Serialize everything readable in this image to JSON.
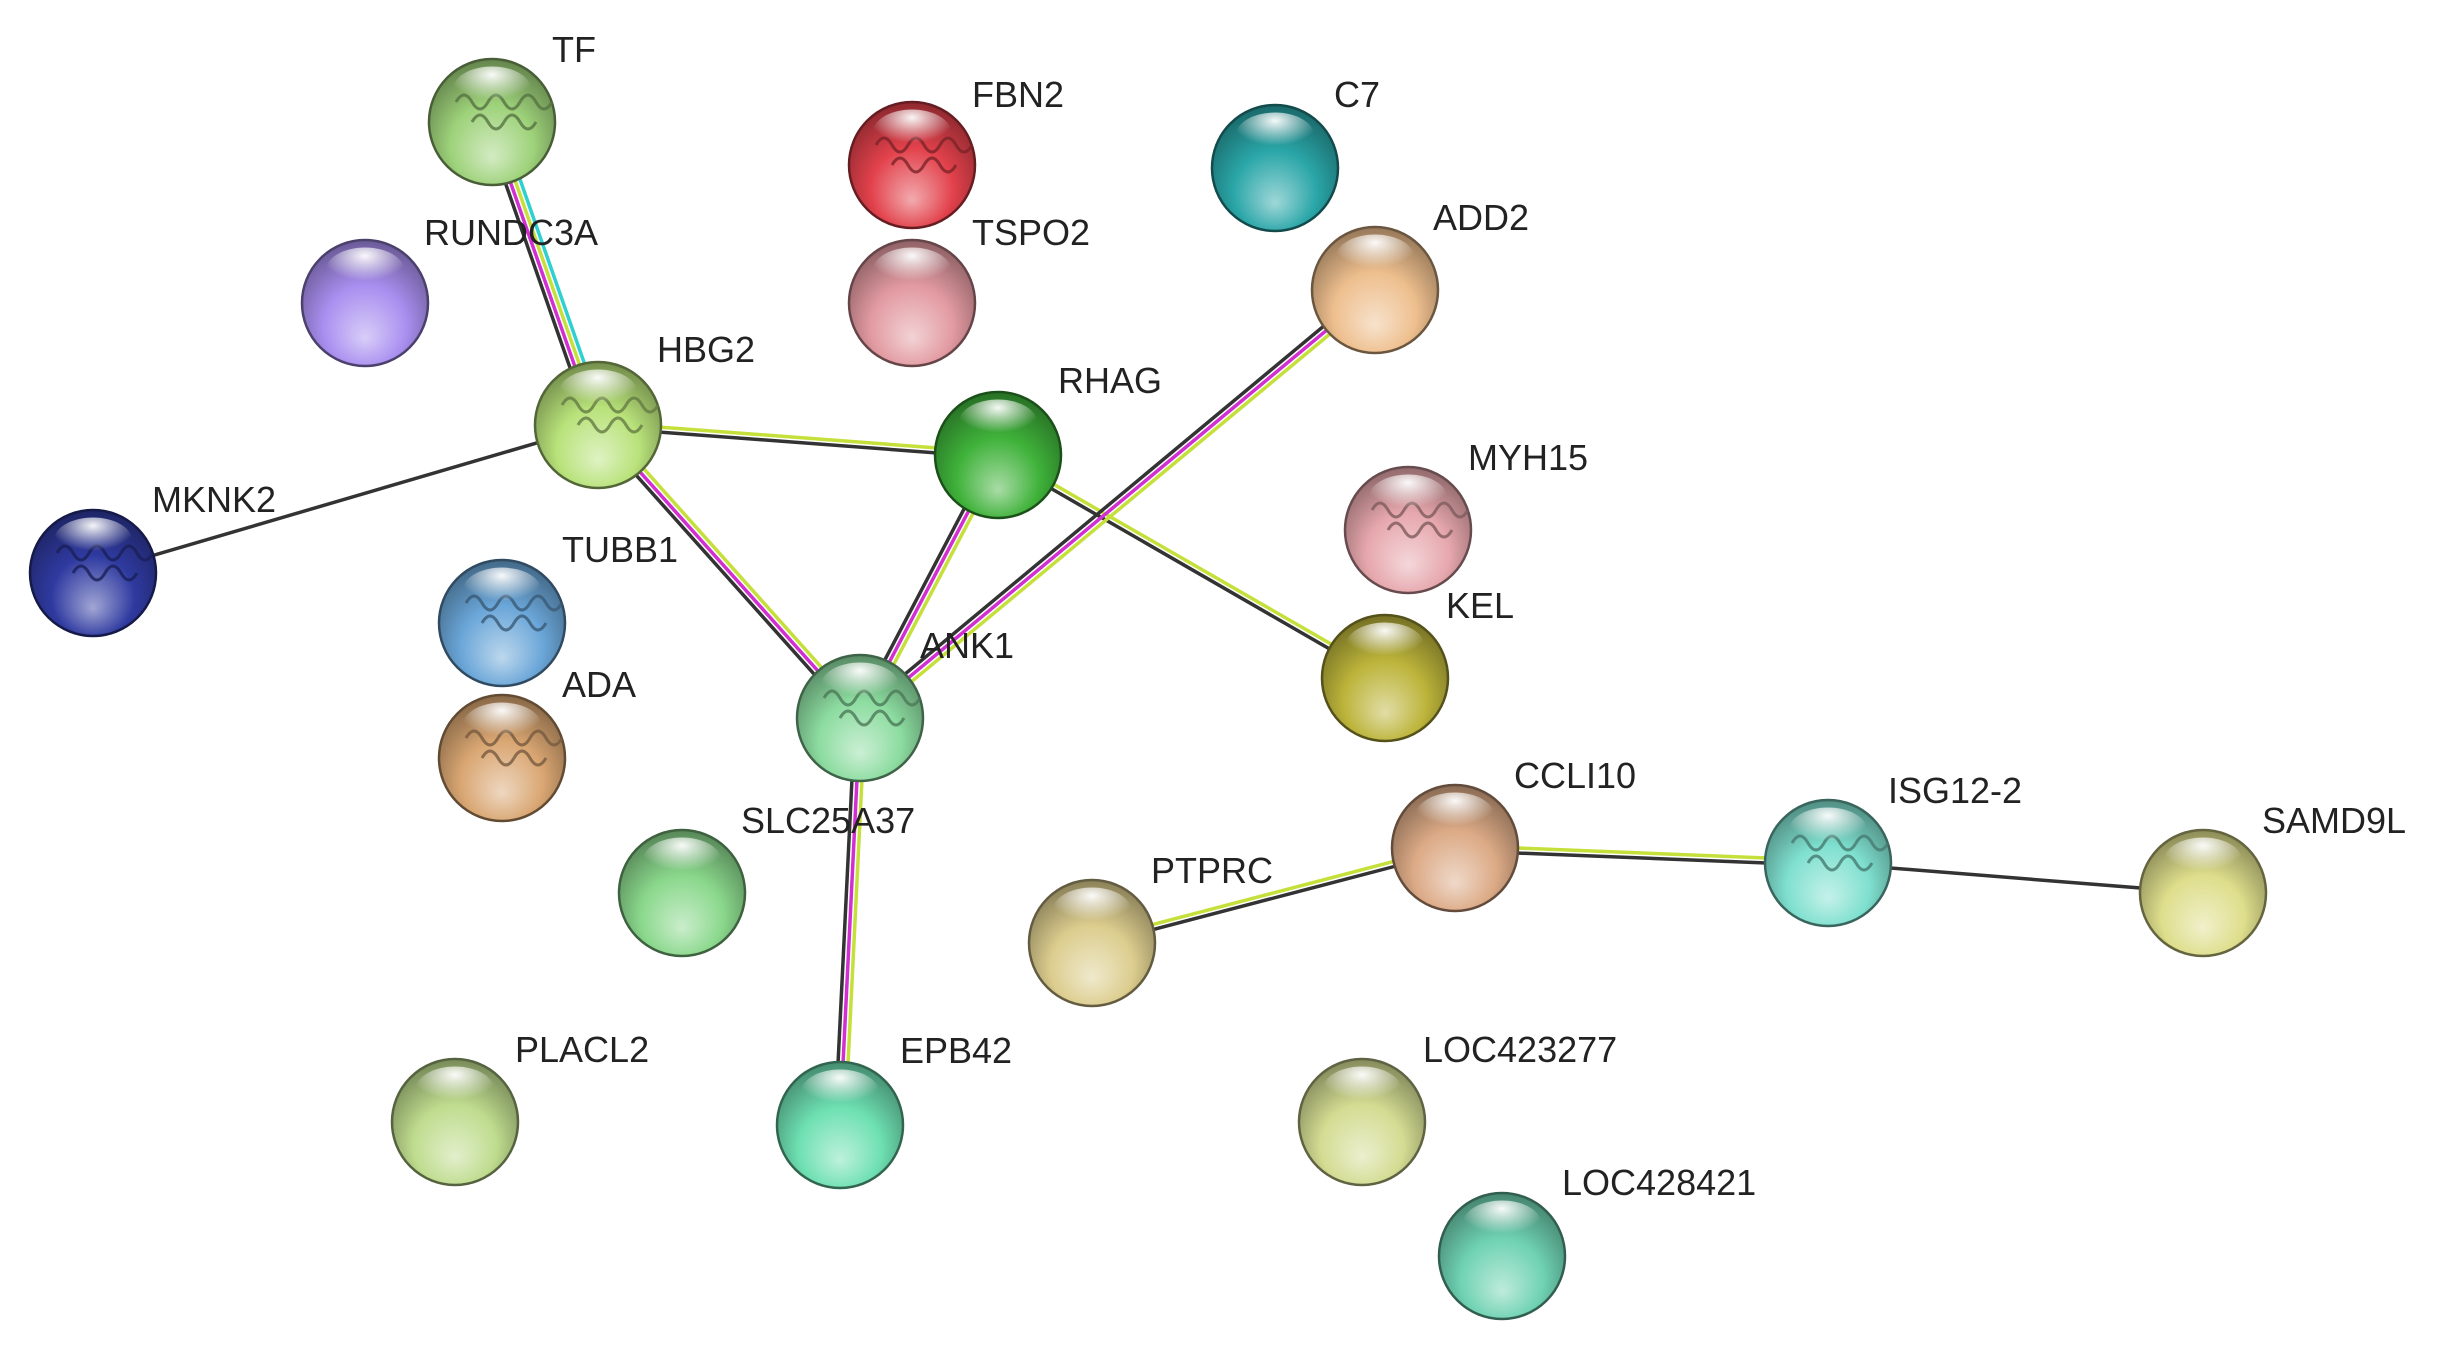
{
  "network": {
    "nodes": [
      {
        "id": "TF",
        "label": "TF",
        "color": "#9ed27a",
        "icon": "protein-structure-icon",
        "structure": true
      },
      {
        "id": "FBN2",
        "label": "FBN2",
        "color": "#e2414b",
        "icon": "protein-structure-icon",
        "structure": true
      },
      {
        "id": "C7",
        "label": "C7",
        "color": "#2aa6a8",
        "icon": "",
        "structure": false
      },
      {
        "id": "RUNDC3A",
        "label": "RUNDC3A",
        "color": "#a98ff0",
        "icon": "",
        "structure": false
      },
      {
        "id": "TSPO2",
        "label": "TSPO2",
        "color": "#e29aa1",
        "icon": "",
        "structure": false
      },
      {
        "id": "ADD2",
        "label": "ADD2",
        "color": "#eebf8e",
        "icon": "",
        "structure": false
      },
      {
        "id": "HBG2",
        "label": "HBG2",
        "color": "#b8e27a",
        "icon": "protein-structure-icon",
        "structure": true
      },
      {
        "id": "RHAG",
        "label": "RHAG",
        "color": "#3fb23a",
        "icon": "",
        "structure": false
      },
      {
        "id": "MKNK2",
        "label": "MKNK2",
        "color": "#2f3aa0",
        "icon": "protein-structure-icon",
        "structure": true
      },
      {
        "id": "MYH15",
        "label": "MYH15",
        "color": "#e6a7ad",
        "icon": "protein-structure-icon",
        "structure": true
      },
      {
        "id": "TUBB1",
        "label": "TUBB1",
        "color": "#6aa6d8",
        "icon": "protein-structure-icon",
        "structure": true
      },
      {
        "id": "KEL",
        "label": "KEL",
        "color": "#bcb43a",
        "icon": "",
        "structure": false
      },
      {
        "id": "ANK1",
        "label": "ANK1",
        "color": "#8cdca0",
        "icon": "protein-structure-icon",
        "structure": true
      },
      {
        "id": "ADA",
        "label": "ADA",
        "color": "#d9a672",
        "icon": "protein-structure-icon",
        "structure": true
      },
      {
        "id": "SLC25A37",
        "label": "SLC25A37",
        "color": "#8ad88c",
        "icon": "",
        "structure": false
      },
      {
        "id": "CCLI10",
        "label": "CCLI10",
        "color": "#dcaa86",
        "icon": "",
        "structure": false
      },
      {
        "id": "ISG12-2",
        "label": "ISG12-2",
        "color": "#7fe0cf",
        "icon": "protein-structure-icon",
        "structure": true
      },
      {
        "id": "SAMD9L",
        "label": "SAMD9L",
        "color": "#dede8c",
        "icon": "",
        "structure": false
      },
      {
        "id": "PTPRC",
        "label": "PTPRC",
        "color": "#dccd8e",
        "icon": "",
        "structure": false
      },
      {
        "id": "PLACL2",
        "label": "PLACL2",
        "color": "#bfdc8e",
        "icon": "",
        "structure": false
      },
      {
        "id": "EPB42",
        "label": "EPB42",
        "color": "#6ee0b2",
        "icon": "",
        "structure": false
      },
      {
        "id": "LOC423277",
        "label": "LOC423277",
        "color": "#d3dc92",
        "icon": "",
        "structure": false
      },
      {
        "id": "LOC428421",
        "label": "LOC428421",
        "color": "#6fd2b2",
        "icon": "",
        "structure": false
      }
    ],
    "edges": [
      {
        "source": "TF",
        "target": "HBG2",
        "colors": [
          "#2fd0d0",
          "#c5e03a",
          "#d12fd1",
          "#333333"
        ]
      },
      {
        "source": "HBG2",
        "target": "RHAG",
        "colors": [
          "#c5e03a",
          "#333333"
        ]
      },
      {
        "source": "HBG2",
        "target": "MKNK2",
        "colors": [
          "#333333"
        ]
      },
      {
        "source": "HBG2",
        "target": "ANK1",
        "colors": [
          "#c5e03a",
          "#d12fd1",
          "#333333"
        ]
      },
      {
        "source": "RHAG",
        "target": "ANK1",
        "colors": [
          "#c5e03a",
          "#d12fd1",
          "#333333"
        ]
      },
      {
        "source": "RHAG",
        "target": "KEL",
        "colors": [
          "#c5e03a",
          "#333333"
        ]
      },
      {
        "source": "ADD2",
        "target": "ANK1",
        "colors": [
          "#c5e03a",
          "#d12fd1",
          "#333333"
        ]
      },
      {
        "source": "ANK1",
        "target": "EPB42",
        "colors": [
          "#c5e03a",
          "#d12fd1",
          "#333333"
        ]
      },
      {
        "source": "PTPRC",
        "target": "CCLI10",
        "colors": [
          "#c5e03a",
          "#333333"
        ]
      },
      {
        "source": "CCLI10",
        "target": "ISG12-2",
        "colors": [
          "#c5e03a",
          "#333333"
        ]
      },
      {
        "source": "ISG12-2",
        "target": "SAMD9L",
        "colors": [
          "#333333"
        ]
      }
    ]
  }
}
